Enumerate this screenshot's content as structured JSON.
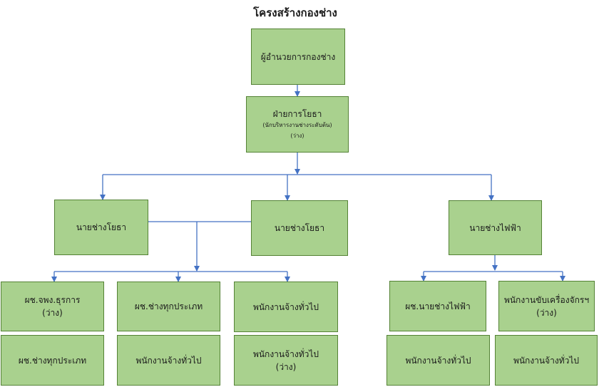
{
  "title": "โครงสร้างกองช่าง",
  "colors": {
    "box_fill": "#a9d18e",
    "box_border": "#548235",
    "connector": "#4472c4"
  },
  "nodes": {
    "director": {
      "label": "ผู้อำนวยการกองช่าง"
    },
    "civil_section": {
      "label": "ฝ่ายการโยธา",
      "sub": "(นักบริหารงานช่างระดับต้น)",
      "status": "(ว่าง)"
    },
    "civil_eng_1": {
      "label": "นายช่างโยธา"
    },
    "civil_eng_2": {
      "label": "นายช่างโยธา"
    },
    "electrician": {
      "label": "นายช่างไฟฟ้า"
    },
    "asst_admin": {
      "label": "ผช.จพง.ธุรการ",
      "status": "(ว่าง)"
    },
    "asst_all_trades_1": {
      "label": "ผช.ช่างทุกประเภท"
    },
    "general_worker_1": {
      "label": "พนักงานจ้างทั่วไป"
    },
    "asst_all_trades_2": {
      "label": "ผช.ช่างทุกประเภท"
    },
    "general_worker_2": {
      "label": "พนักงานจ้างทั่วไป"
    },
    "general_worker_3": {
      "label": "พนักงานจ้างทั่วไป",
      "status": "(ว่าง)"
    },
    "asst_electrician": {
      "label": "ผช.นายช่างไฟฟ้า"
    },
    "machine_driver": {
      "label": "พนักงานขับเครื่องจักรฯ",
      "status": "(ว่าง)"
    },
    "general_worker_4": {
      "label": "พนักงานจ้างทั่วไป"
    },
    "general_worker_5": {
      "label": "พนักงานจ้างทั่วไป"
    }
  }
}
